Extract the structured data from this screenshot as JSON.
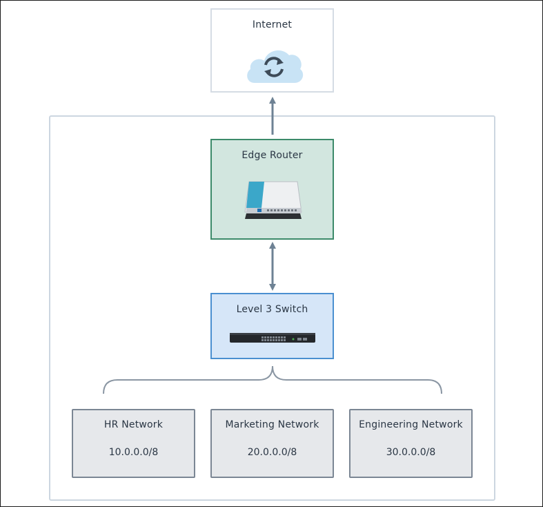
{
  "nodes": {
    "internet": {
      "label": "Internet",
      "icon": "cloud-sync-icon"
    },
    "edge_router": {
      "label": "Edge Router",
      "icon": "router-icon"
    },
    "switch": {
      "label": "Level 3 Switch",
      "icon": "network-switch-icon"
    }
  },
  "networks": [
    {
      "label": "HR Network",
      "cidr": "10.0.0.0/8"
    },
    {
      "label": "Marketing Network",
      "cidr": "20.0.0.0/8"
    },
    {
      "label": "Engineering Network",
      "cidr": "30.0.0.0/8"
    }
  ],
  "edges": [
    {
      "from": "edge_router",
      "to": "internet",
      "direction": "forward"
    },
    {
      "from": "edge_router",
      "to": "switch",
      "direction": "bidirectional"
    },
    {
      "from": "switch",
      "to": "networks",
      "style": "brace"
    }
  ],
  "colors": {
    "router_fill": "#d2e6df",
    "router_border": "#3c8a6a",
    "switch_fill": "#d6e6f8",
    "switch_border": "#4a8fd0",
    "network_fill": "#e6e8eb",
    "network_border": "#7b8694",
    "arrow": "#6e8294",
    "cloud": "#c8e3f5"
  }
}
